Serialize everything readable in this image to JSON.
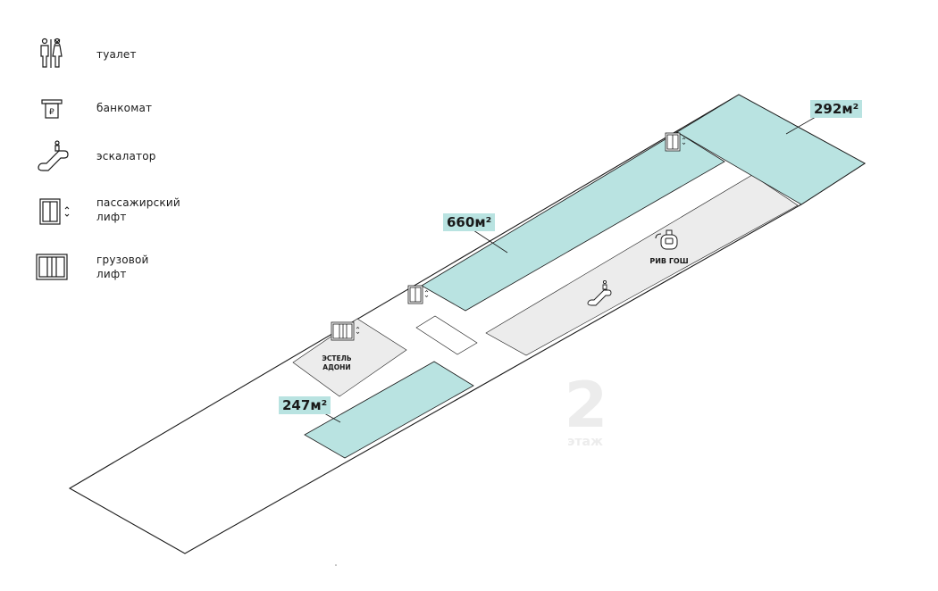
{
  "legend": {
    "items": [
      {
        "key": "toilet",
        "label": "туалет",
        "icon": "toilet-icon"
      },
      {
        "key": "atm",
        "label": "банкомат",
        "icon": "atm-icon"
      },
      {
        "key": "escalator",
        "label": "эскалатор",
        "icon": "escalator-icon"
      },
      {
        "key": "passenger_lift",
        "label_lines": [
          "пассажирский",
          "лифт"
        ],
        "icon": "passenger-lift-icon"
      },
      {
        "key": "cargo_lift",
        "label_lines": [
          "грузовой",
          "лифт"
        ],
        "icon": "cargo-lift-icon"
      }
    ]
  },
  "areas": {
    "a292": {
      "value": "292",
      "unit": "м²"
    },
    "a660": {
      "value": "660",
      "unit": "м²"
    },
    "a247": {
      "value": "247",
      "unit": "м²"
    }
  },
  "shops": {
    "riv_gosh": "РИВ ГОШ",
    "estel_line1": "ЭСТЕЛЬ",
    "estel_line2": "АДОНИ"
  },
  "floor": {
    "number": "2",
    "label": "этаж"
  },
  "colors": {
    "available_area": "#b9e3e1",
    "occupied_shop": "#ececec",
    "outline": "#1a1a1a",
    "floor_number": "#ececec"
  }
}
